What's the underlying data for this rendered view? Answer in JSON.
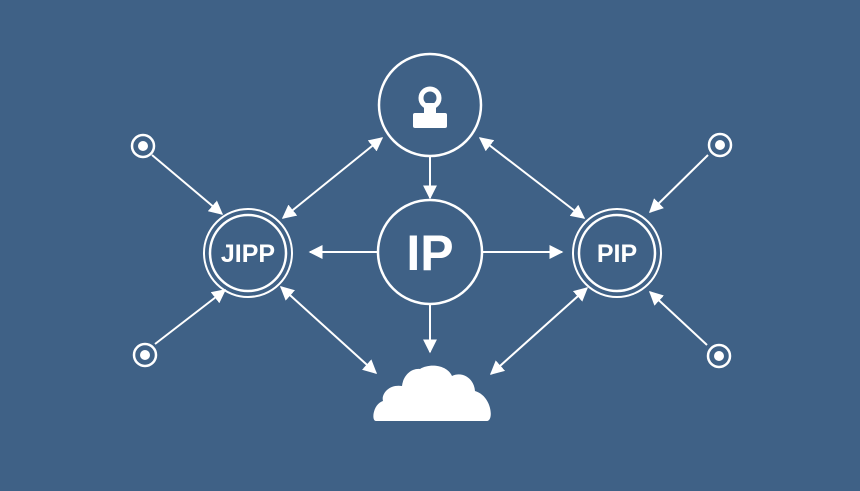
{
  "colors": {
    "background": "#3f6186",
    "foreground": "#ffffff"
  },
  "nodes": {
    "center": {
      "label": "IP"
    },
    "left": {
      "label": "JIPP"
    },
    "right": {
      "label": "PIP"
    },
    "top": {
      "icon": "lock-icon"
    },
    "bottom": {
      "icon": "cloud-icon"
    }
  }
}
